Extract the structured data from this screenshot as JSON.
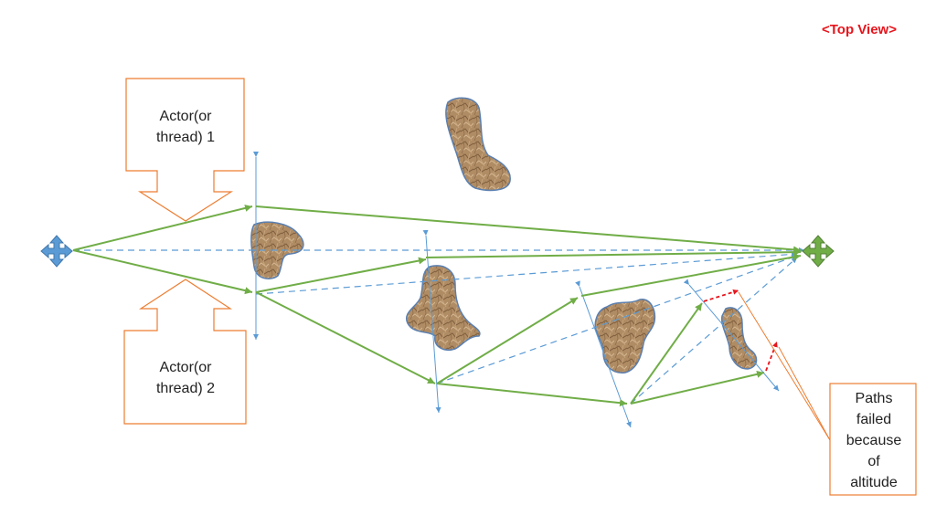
{
  "header": {
    "view_label": "<Top View>"
  },
  "callouts": {
    "actor1": {
      "line1": "Actor(or",
      "line2": "thread) 1"
    },
    "actor2": {
      "line1": "Actor(or",
      "line2": "thread) 2"
    },
    "failed": {
      "lines": [
        "Paths",
        "failed",
        "because",
        "of",
        "altitude"
      ]
    }
  },
  "nodes": {
    "start": {
      "icon": "four-way-arrow-icon",
      "color": "#5b9bd5"
    },
    "goal": {
      "icon": "four-way-arrow-icon",
      "color": "#70ad47"
    }
  },
  "colors": {
    "path": "#70ad47",
    "ray": "#5b9bd5",
    "failed_path": "#e8141c",
    "callout_border": "#ed7d31",
    "title": "#e8141c",
    "obstacle": "#b08c64"
  }
}
